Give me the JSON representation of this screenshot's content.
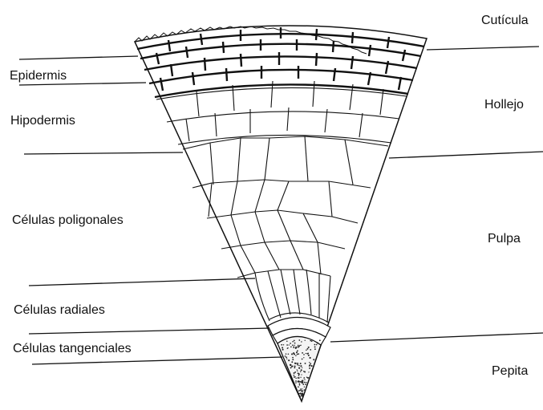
{
  "figure": {
    "left_labels": {
      "epidermis": "Epidermis",
      "hipodermis": "Hipodermis",
      "celulas_poligonales": "Células poligonales",
      "celulas_radiales": "Células radiales",
      "celulas_tangenciales": "Células tangenciales"
    },
    "right_labels": {
      "cuticula": "Cutícula",
      "hollejo": "Hollejo",
      "pulpa": "Pulpa",
      "pepita": "Pepita"
    }
  }
}
